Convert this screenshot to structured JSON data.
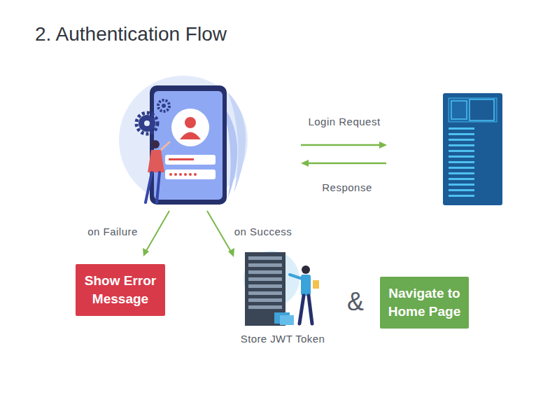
{
  "diagram": {
    "title": "2. Authentication Flow",
    "nodes": [
      {
        "text": [
          "Show Error Message"
        ]
      },
      {
        "text": [
          "Store JWT Token"
        ]
      },
      {
        "text": [
          "Navigate to Home Page"
        ]
      }
    ],
    "labels": [
      "Login Request",
      "Response",
      "on Failure",
      "on Success",
      "&"
    ]
  }
}
